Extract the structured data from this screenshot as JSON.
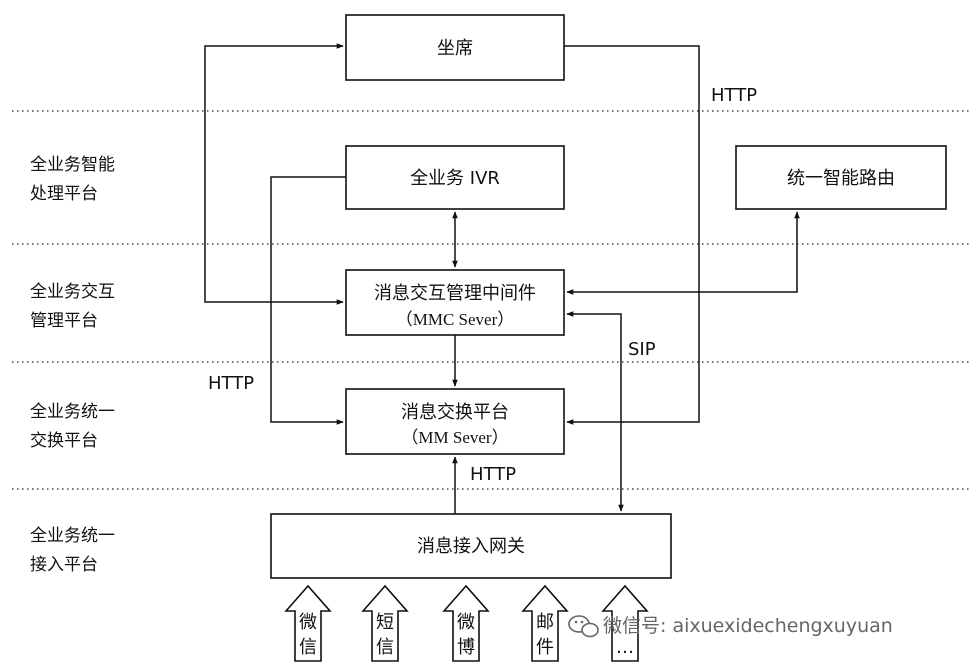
{
  "layers": [
    {
      "line1": "全业务智能",
      "line2": "处理平台"
    },
    {
      "line1": "全业务交互",
      "line2": "管理平台"
    },
    {
      "line1": "全业务统一",
      "line2": "交换平台"
    },
    {
      "line1": "全业务统一",
      "line2": "接入平台"
    }
  ],
  "boxes": {
    "agent": "坐席",
    "ivr": "全业务 IVR",
    "routing": "统一智能路由",
    "mmc_title": "消息交互管理中间件",
    "mmc_sub": "（MMC Sever）",
    "mm_title": "消息交换平台",
    "mm_sub": "（MM Sever）",
    "gateway": "消息接入网关"
  },
  "edge_labels": {
    "http_agent": "HTTP",
    "http_ivr": "HTTP",
    "sip": "SIP",
    "http_gateway": "HTTP"
  },
  "channels": [
    {
      "top": "微",
      "bottom": "信"
    },
    {
      "top": "短",
      "bottom": "信"
    },
    {
      "top": "微",
      "bottom": "博"
    },
    {
      "top": "邮",
      "bottom": "件"
    },
    {
      "top": "",
      "bottom": "…"
    }
  ],
  "watermark": {
    "icon": "wechat-icon",
    "text": "微信号: aixuexidechengxuyuan"
  }
}
